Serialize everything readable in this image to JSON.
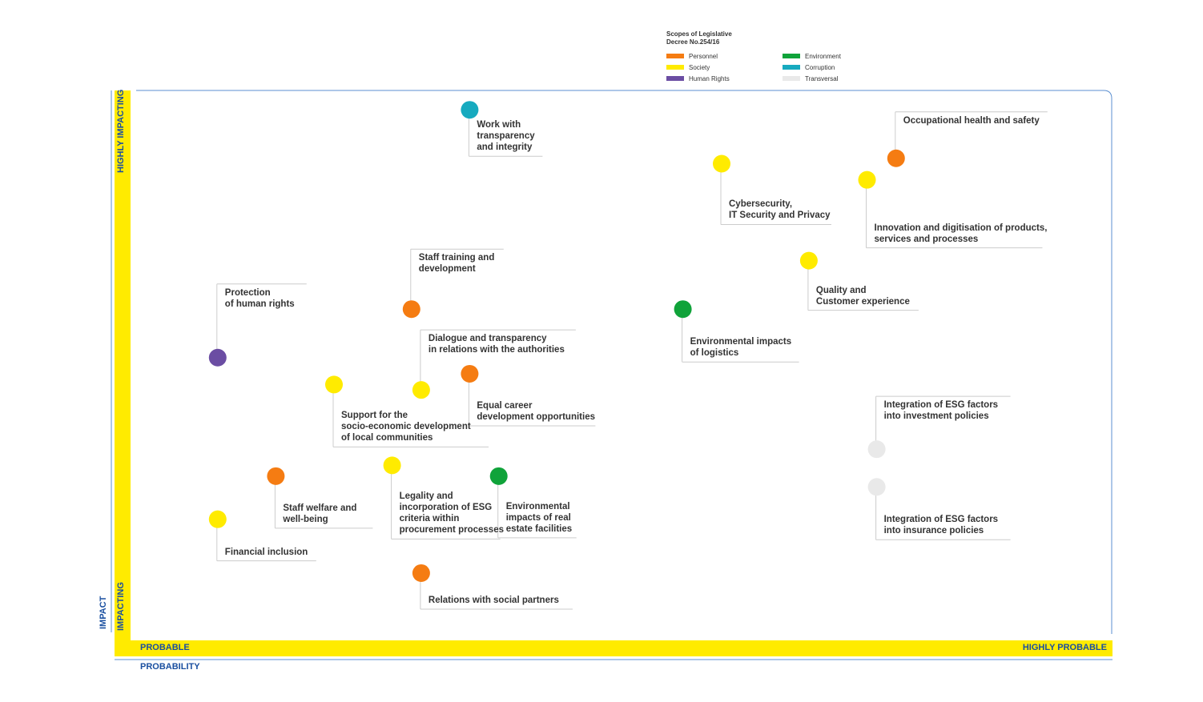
{
  "chart_data": {
    "type": "scatter",
    "title": "",
    "xlabel": "PROBABILITY",
    "ylabel": "IMPACT",
    "x_axis": {
      "low_label": "PROBABLE",
      "high_label": "HIGHLY PROBABLE"
    },
    "y_axis": {
      "low_label": "IMPACTING",
      "high_label": "HIGHLY IMPACTING"
    },
    "legend": {
      "title": "Scopes of Legislative\nDecree No.254/16",
      "placement": "top-right",
      "entries": [
        {
          "key": "personnel",
          "name": "Personnel",
          "color": "#F57C12"
        },
        {
          "key": "society",
          "name": "Society",
          "color": "#FFEB00"
        },
        {
          "key": "human_rights",
          "name": "Human Rights",
          "color": "#6B4DA3"
        },
        {
          "key": "environment",
          "name": "Environment",
          "color": "#10A33A"
        },
        {
          "key": "corruption",
          "name": "Corruption",
          "color": "#17AABF"
        },
        {
          "key": "transversal",
          "name": "Transversal",
          "color": "#E9E9E9"
        }
      ]
    },
    "points": [
      {
        "label": "Work with\ntransparency\nand integrity",
        "scope": "corruption",
        "x": 0.34,
        "y": 0.97
      },
      {
        "label": "Occupational health and safety",
        "scope": "personnel",
        "x": 0.78,
        "y": 0.88
      },
      {
        "label": "Cybersecurity,\nIT Security and Privacy",
        "scope": "society",
        "x": 0.6,
        "y": 0.87
      },
      {
        "label": "Innovation and digitisation of products,\nservices and processes",
        "scope": "society",
        "x": 0.75,
        "y": 0.84
      },
      {
        "label": "Quality and\nCustomer experience",
        "scope": "society",
        "x": 0.69,
        "y": 0.69
      },
      {
        "label": "Staff training and\ndevelopment",
        "scope": "personnel",
        "x": 0.28,
        "y": 0.6
      },
      {
        "label": "Environmental impacts\nof logistics",
        "scope": "environment",
        "x": 0.56,
        "y": 0.6
      },
      {
        "label": "Protection\nof human rights",
        "scope": "human_rights",
        "x": 0.08,
        "y": 0.51
      },
      {
        "label": "Equal career\ndevelopment opportunities",
        "scope": "personnel",
        "x": 0.34,
        "y": 0.48
      },
      {
        "label": "Support for the\nsocio-economic development\nof local communities",
        "scope": "society",
        "x": 0.2,
        "y": 0.46
      },
      {
        "label": "Dialogue and transparency\nin relations with the authorities",
        "scope": "society",
        "x": 0.29,
        "y": 0.45
      },
      {
        "label": "Integration of ESG factors\ninto investment policies",
        "scope": "transversal",
        "x": 0.76,
        "y": 0.34
      },
      {
        "label": "Integration of ESG factors\ninto insurance policies",
        "scope": "transversal",
        "x": 0.76,
        "y": 0.27
      },
      {
        "label": "Legality and\nincorporation of ESG\ncriteria within\nprocurement processes",
        "scope": "society",
        "x": 0.26,
        "y": 0.31
      },
      {
        "label": "Environmental\nimpacts of real\nestate facilities",
        "scope": "environment",
        "x": 0.37,
        "y": 0.29
      },
      {
        "label": "Staff welfare and\nwell-being",
        "scope": "personnel",
        "x": 0.14,
        "y": 0.29
      },
      {
        "label": "Financial inclusion",
        "scope": "society",
        "x": 0.08,
        "y": 0.21
      },
      {
        "label": "Relations with social partners",
        "scope": "personnel",
        "x": 0.29,
        "y": 0.11
      }
    ]
  },
  "colors": {
    "axis_band": "#FFEB00",
    "axis_text": "#1A4FA0",
    "frame_line": "#5B8FD0",
    "leader_line": "#CCCCCC"
  }
}
